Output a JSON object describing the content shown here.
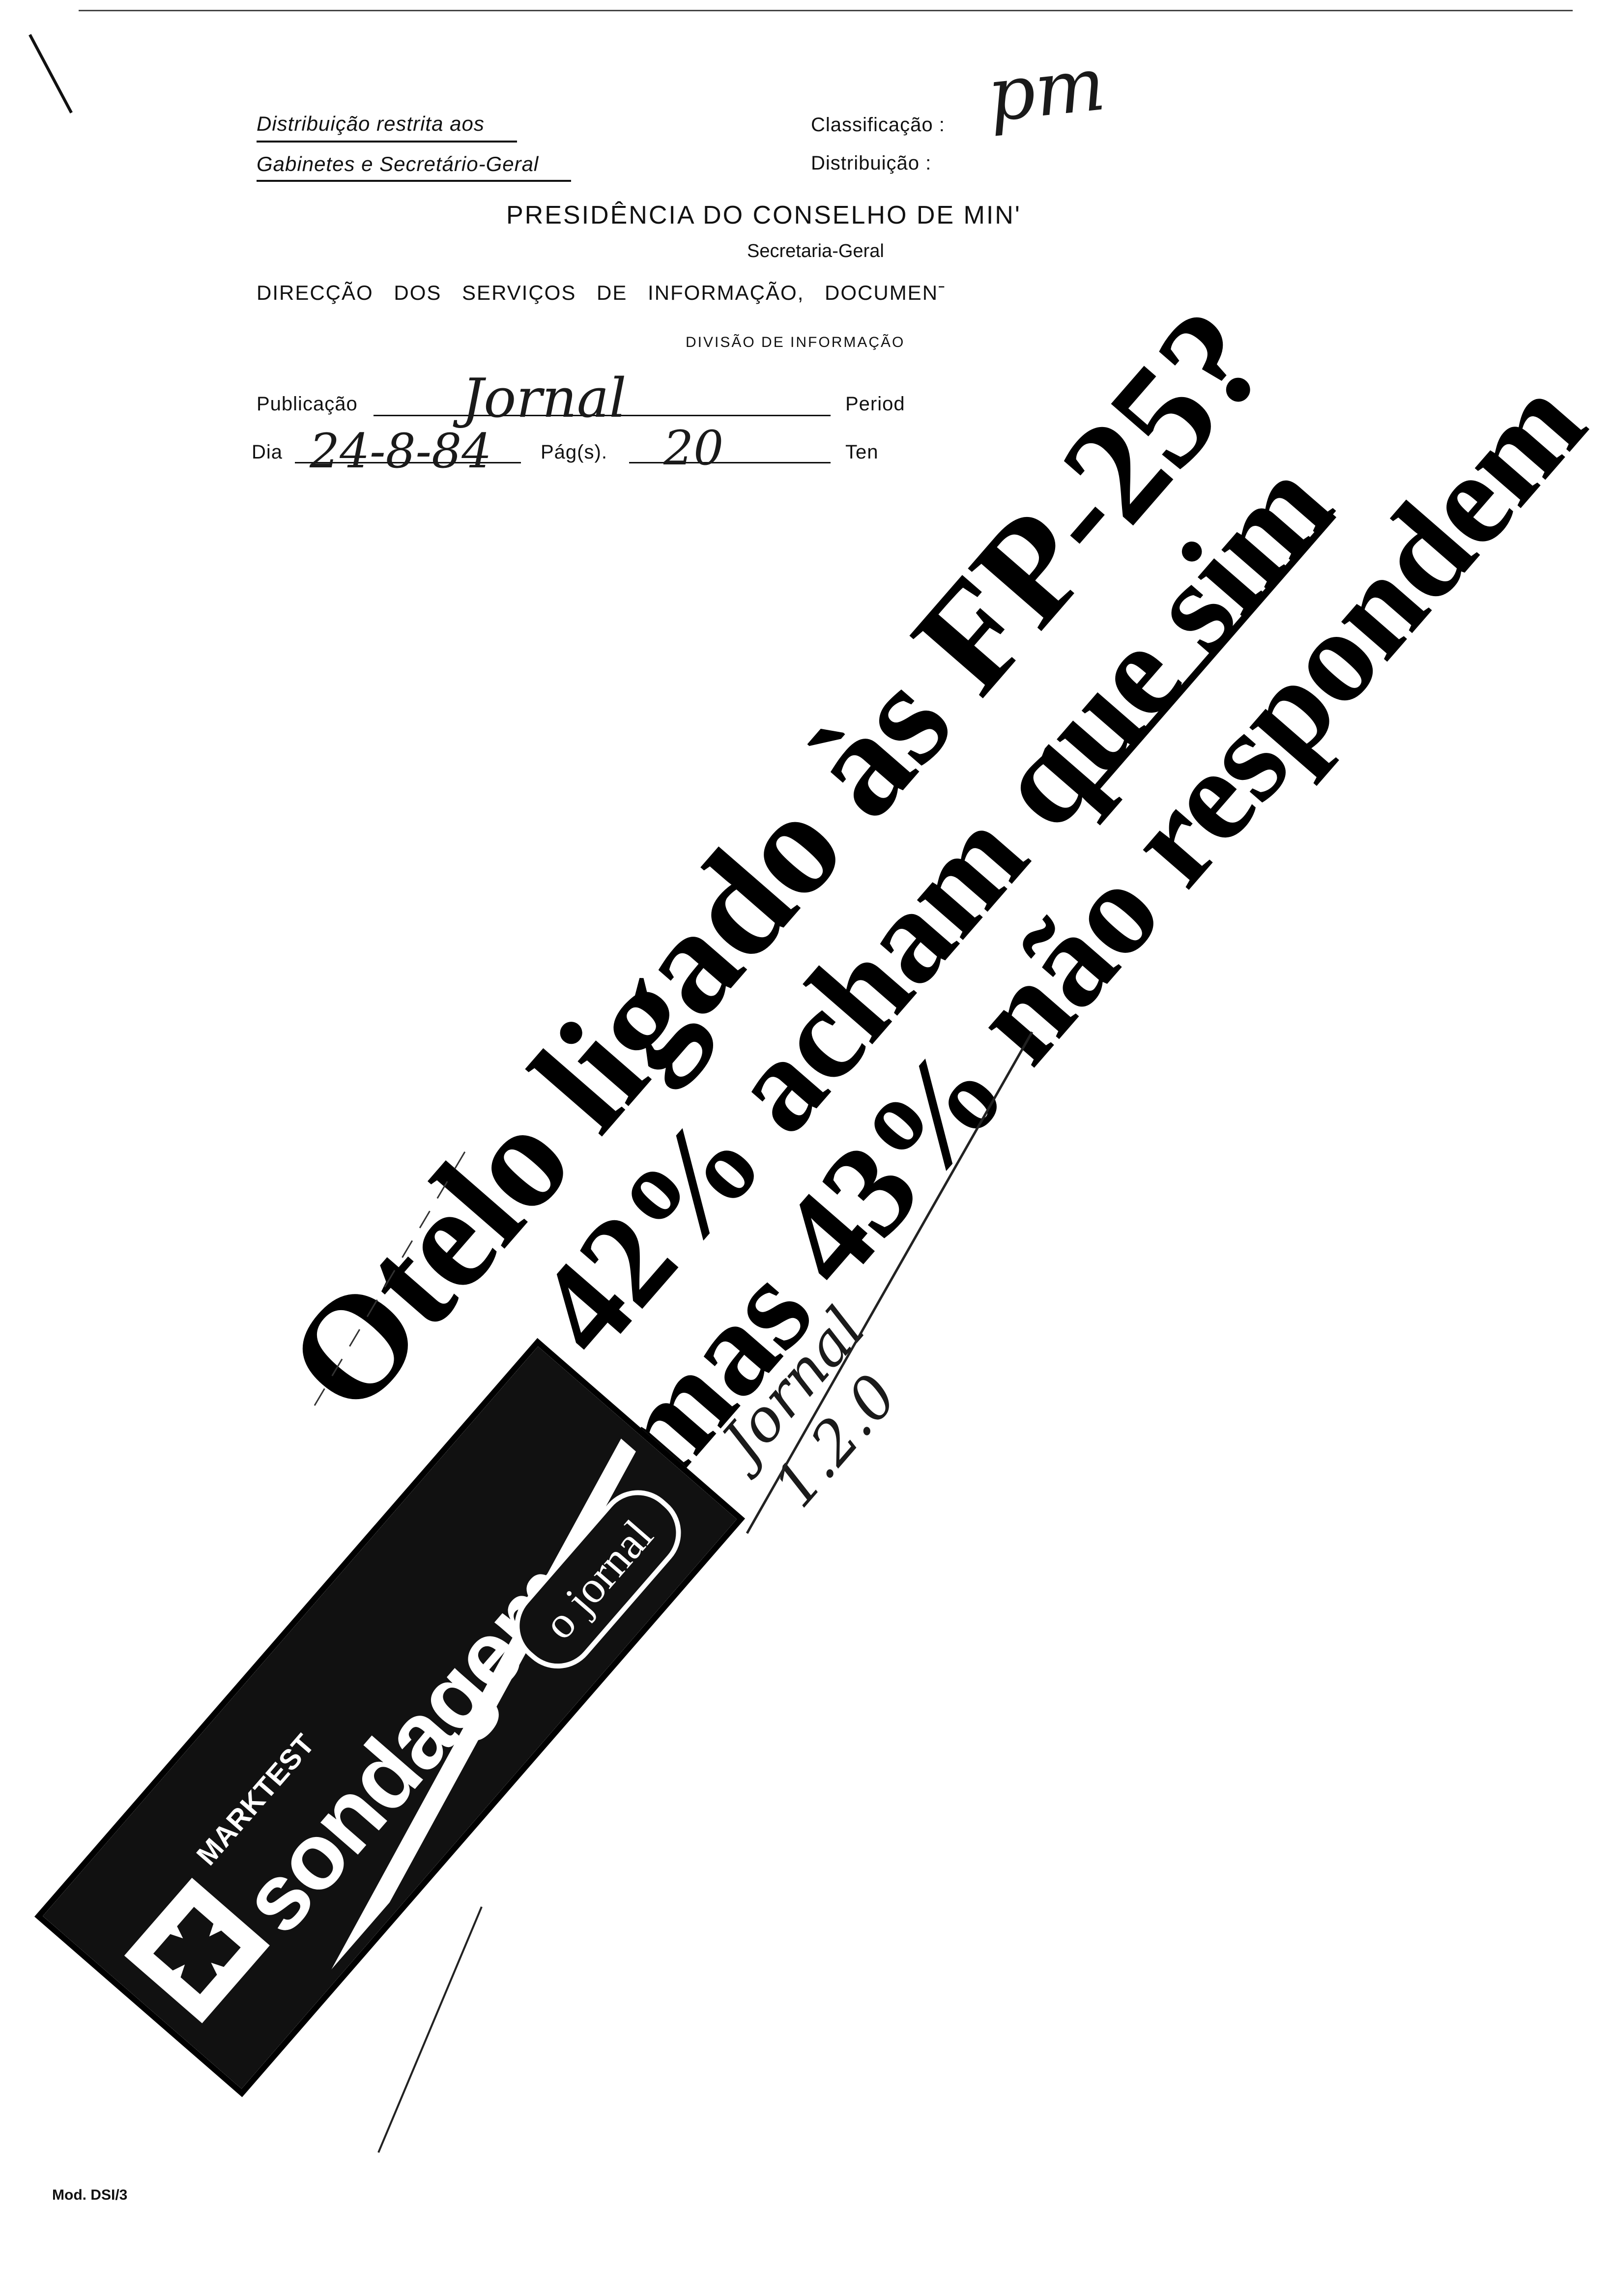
{
  "header": {
    "restricted_line1": "Distribuição restrita aos",
    "restricted_line2": "Gabinetes e Secretário-Geral",
    "classificacao_label": "Classificação :",
    "distribuicao_label": "Distribuição :",
    "handwritten_initial": "pm",
    "institution": "PRESIDÊNCIA DO CONSELHO DE MIN'",
    "secretaria": "Secretaria-Geral",
    "direccao": "DIRECÇÃO DOS SERVIÇOS DE INFORMAÇÃO, DOCUMENˉ",
    "divisao": "DIVISÃO DE INFORMAÇÃO"
  },
  "form": {
    "publicacao_label": "Publicação",
    "publicacao_value": "Jornal",
    "periodicidade_label": "Period",
    "dia_label": "Dia",
    "dia_value": "24-8-84",
    "pags_label": "Pág(s).",
    "pags_value": "20",
    "tendencia_label": "Ten"
  },
  "article": {
    "headline_line1": "Otelo ligado às FP-25?",
    "headline_line2": "— 42% acham que sim",
    "headline_line3": "mas 43% não respondem",
    "handwritten_note": "Jornal 1.2.0"
  },
  "banner": {
    "brand": "MARKTEST",
    "word": "sondagem",
    "newspaper": "o jornal"
  },
  "footer": {
    "model": "Mod. DSI/3"
  }
}
